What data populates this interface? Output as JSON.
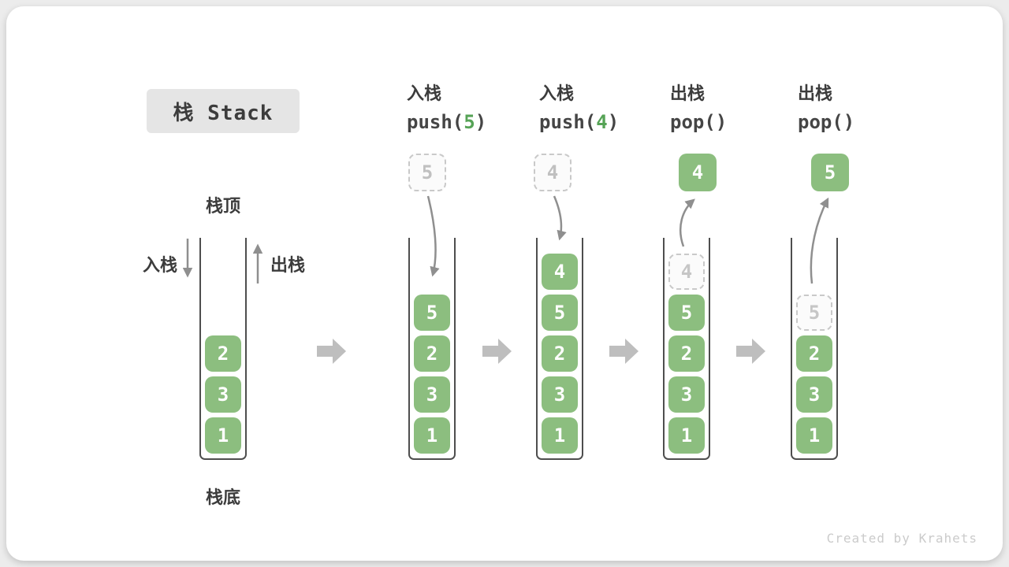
{
  "title": "栈 Stack",
  "watermark": "Created by Krahets",
  "labels": {
    "stack_top": "栈顶",
    "stack_bottom": "栈底",
    "push_side": "入栈",
    "pop_side": "出栈"
  },
  "operations": [
    {
      "name": "入栈",
      "fn": "push(",
      "arg": "5",
      "close": ")"
    },
    {
      "name": "入栈",
      "fn": "push(",
      "arg": "4",
      "close": ")"
    },
    {
      "name": "出栈",
      "fn": "pop(",
      "arg": "",
      "close": ")"
    },
    {
      "name": "出栈",
      "fn": "pop(",
      "arg": "",
      "close": ")"
    }
  ],
  "stacks": [
    {
      "items": [
        "2",
        "3",
        "1"
      ]
    },
    {
      "incoming": "5",
      "items": [
        "5",
        "2",
        "3",
        "1"
      ]
    },
    {
      "incoming": "4",
      "items": [
        "4",
        "5",
        "2",
        "3",
        "1"
      ]
    },
    {
      "popped": "4",
      "ghost": "4",
      "items": [
        "5",
        "2",
        "3",
        "1"
      ]
    },
    {
      "popped": "5",
      "ghost": "5",
      "items": [
        "2",
        "3",
        "1"
      ]
    }
  ],
  "colors": {
    "element_green": "#8CBE7F",
    "arg_green": "#56A356",
    "arrow_gray": "#8F8F8F",
    "block_arrow_gray": "#BEBEBE",
    "badge_bg": "#E5E5E5",
    "text_dark": "#3C3C3C",
    "ghost_gray": "#C9C9C9"
  }
}
